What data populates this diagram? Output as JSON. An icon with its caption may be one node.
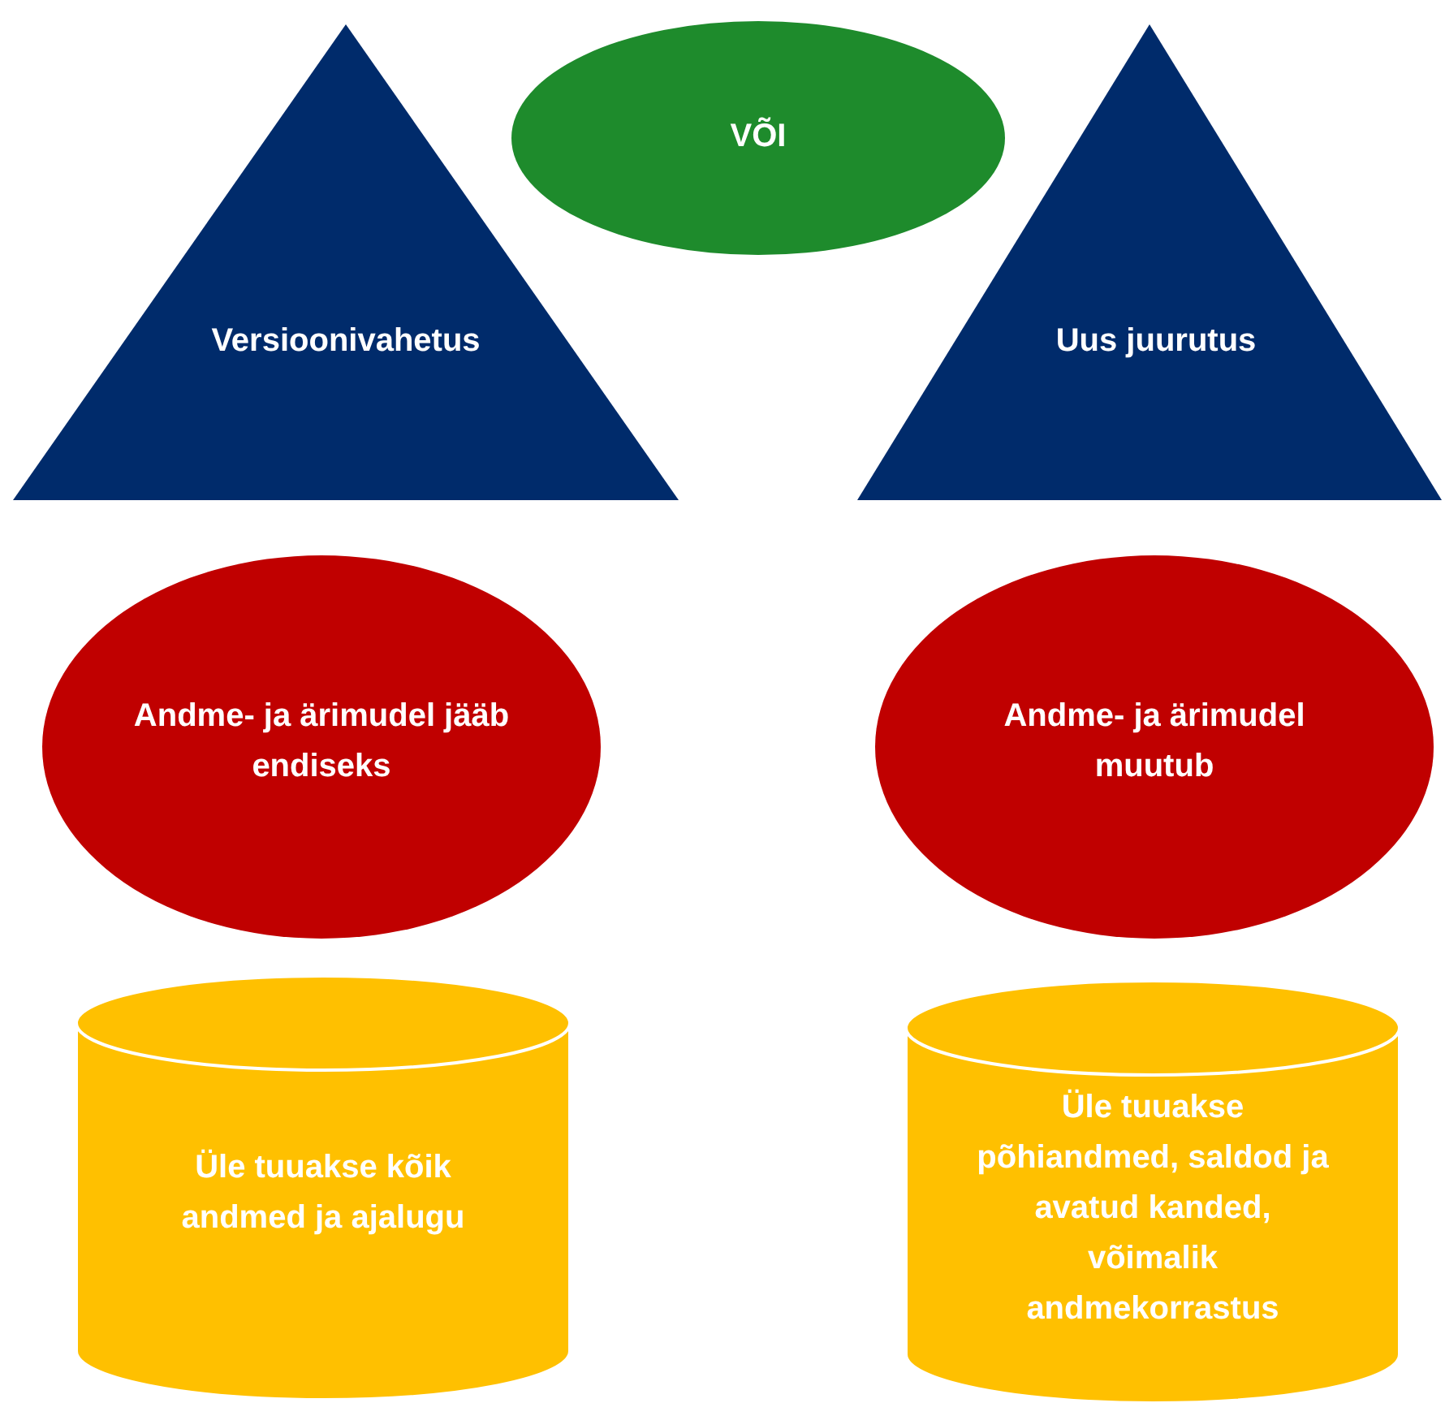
{
  "diagram": {
    "nodes": [
      {
        "text": [
          "Versioonivahetus"
        ]
      },
      {
        "text": [
          "VÕI"
        ]
      },
      {
        "text": [
          "Uus juurutus"
        ]
      },
      {
        "text": [
          "Andme- ja ärimudel jääb endiseks"
        ]
      },
      {
        "text": [
          "Andme- ja ärimudel muutub"
        ]
      },
      {
        "text": [
          "Üle tuuakse kõik andmed ja ajalugu"
        ]
      },
      {
        "text": [
          "Üle tuuakse põhiandmed, saldod ja avatud kanded, võimalik andmekorrastus"
        ]
      }
    ],
    "edges": []
  }
}
